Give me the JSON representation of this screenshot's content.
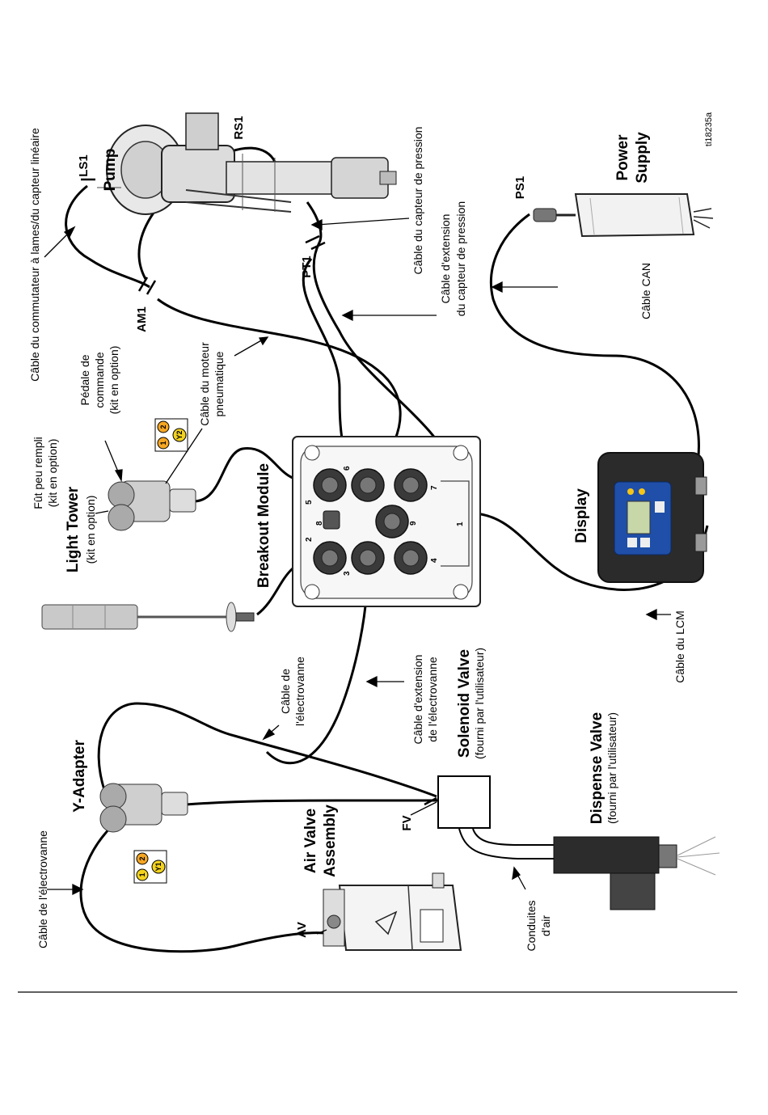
{
  "labels": {
    "pump": "Pump",
    "power_supply_1": "Power",
    "power_supply_2": "Supply",
    "display": "Display",
    "breakout_module": "Breakout Module",
    "light_tower": "Light Tower",
    "light_tower_sub": "(kit en option)",
    "y_adapter": "Y-Adapter",
    "air_valve_1": "Air Valve",
    "air_valve_2": "Assembly",
    "solenoid_valve": "Solenoid Valve",
    "solenoid_valve_sub": "(fourni par l'utilisateur)",
    "dispense_valve": "Dispense Valve",
    "dispense_valve_sub": "(fourni par l'utilisateur)"
  },
  "codes": {
    "ls1": "LS1",
    "rs1": "RS1",
    "pt1": "PT1",
    "am1": "AM1",
    "ps1": "PS1",
    "av": "AV",
    "fv": "FV"
  },
  "callouts": {
    "reed_switch_1": "Câble du commutateur à lames/du capteur linéaire",
    "pressure_sensor": "Câble du capteur de pression",
    "pressure_ext_1": "Câble d'extension",
    "pressure_ext_2": "du capteur de pression",
    "can_cable": "Câble CAN",
    "air_motor_1": "Câble du moteur",
    "air_motor_2": "pneumatique",
    "pedal_1": "Pédale de",
    "pedal_2": "commande",
    "pedal_3": "(kit en option)",
    "drum_1": "Fût peu rempli",
    "drum_2": "(kit en option)",
    "solenoid_cable_1": "Câble de",
    "solenoid_cable_2": "l'électrovanne",
    "solenoid_ext_1": "Câble d'extension",
    "solenoid_ext_2": "de l'électrovanne",
    "lcm_cable": "Câble du LCM",
    "air_lines_1": "Conduites",
    "air_lines_2": "d'air",
    "solenoid_cable_left": "Câble de l'électrovanne"
  },
  "badges": {
    "y1": {
      "n1": "1",
      "n2": "2",
      "y": "Y1"
    },
    "y2": {
      "n1": "1",
      "n2": "2",
      "y": "Y2"
    }
  },
  "ports": [
    "1",
    "2",
    "3",
    "4",
    "5",
    "6",
    "7",
    "8",
    "9"
  ],
  "figure_id": "ti18235a",
  "colors": {
    "badge_orange": "#f5a623",
    "badge_yellow": "#f2d21e",
    "display_blue": "#1f4fa8",
    "housing": "#2b2b2b"
  }
}
